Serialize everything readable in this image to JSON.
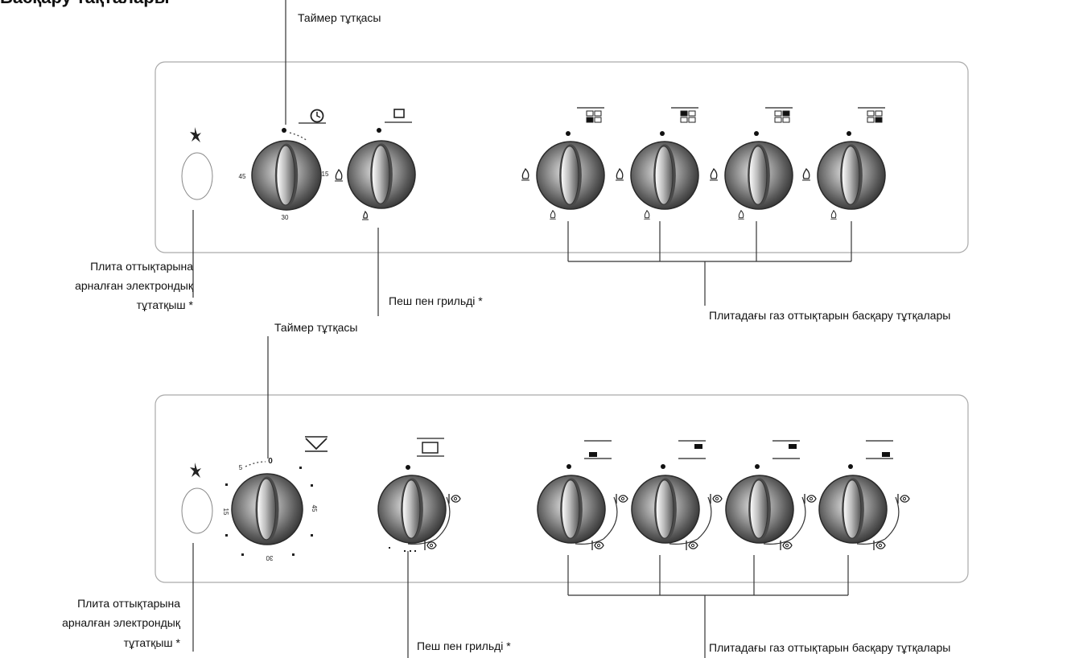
{
  "heading": "Басқару тақталары",
  "panel1": {
    "timer_label": "Таймер тұтқасы",
    "igniter_label": [
      "Плита оттықтарына",
      "арналған электрондық",
      "тұтатқыш *"
    ],
    "oven_label": "Пеш пен   грильді  *",
    "burners_label": "Плитадағы газ оттықтарын  басқару тұтқалары",
    "timer_scale": [
      "45",
      "15",
      "30"
    ]
  },
  "panel2": {
    "timer_label": "Таймер тұтқасы",
    "igniter_label": [
      "Плита оттықтарына",
      "арналған электрондық",
      "тұтатқыш *"
    ],
    "oven_label": "Пеш пен   грильді *",
    "burners_label": "Плитадағы газ оттықтарын  басқару тұтқалары",
    "timer_scale": [
      "5",
      "0",
      "15",
      "45",
      "30"
    ]
  },
  "icons": {
    "igniter": "spark-icon",
    "timer": "clock-icon",
    "oven": "oven-icon",
    "burner_position": "burner-grid-icon",
    "flame": "flame-icon"
  },
  "colors": {
    "panel_border": "#aaaaaa",
    "knob_dark": "#3f3f3f",
    "knob_light": "#d6d6d6",
    "line": "#333333"
  }
}
